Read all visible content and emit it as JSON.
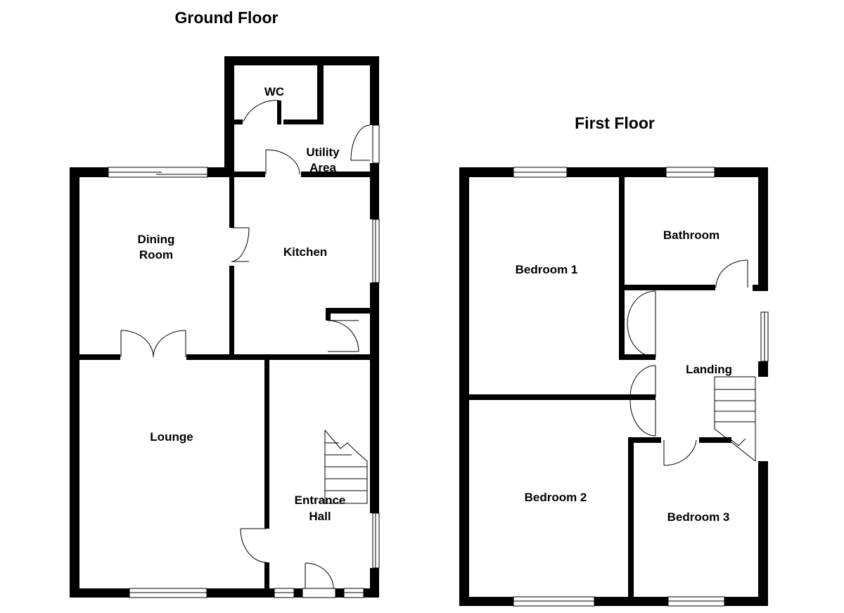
{
  "ground_floor": {
    "title": "Ground Floor",
    "rooms": {
      "wc": [
        "WC"
      ],
      "utility": [
        "Utility",
        "Area"
      ],
      "dining": [
        "Dining",
        "Room"
      ],
      "kitchen": [
        "Kitchen"
      ],
      "lounge": [
        "Lounge"
      ],
      "entrance": [
        "Entrance",
        "Hall"
      ]
    }
  },
  "first_floor": {
    "title": "First Floor",
    "rooms": {
      "bedroom1": [
        "Bedroom 1"
      ],
      "bathroom": [
        "Bathroom"
      ],
      "landing": [
        "Landing"
      ],
      "bedroom2": [
        "Bedroom 2"
      ],
      "bedroom3": [
        "Bedroom 3"
      ]
    }
  }
}
